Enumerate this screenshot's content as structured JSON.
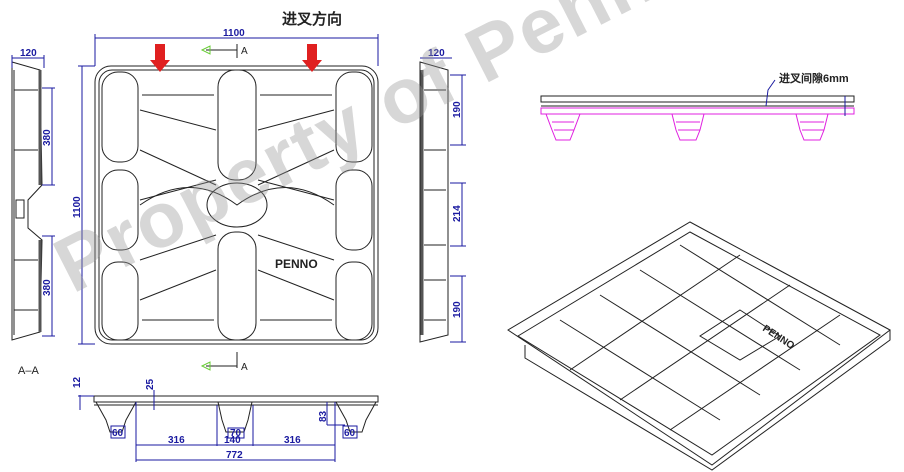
{
  "title": "进叉方向",
  "top_view": {
    "width_dim": "1100",
    "height_dim": "1100",
    "brand": "PENNO",
    "section_marker_top": "A",
    "section_marker_bottom": "A"
  },
  "left_side_view": {
    "top_dim": "120",
    "upper_dim": "380",
    "lower_dim": "380"
  },
  "right_side_view": {
    "top_dim": "120",
    "upper_dim": "190",
    "middle_dim": "214",
    "lower_dim": "190"
  },
  "section_view": {
    "label": "A–A",
    "deck_dim": "12",
    "rib_dim": "25",
    "leg_height_dim": "83",
    "left_foot_dim": "60",
    "center_foot_dim": "70",
    "right_foot_dim": "60",
    "left_span_dim": "316",
    "center_span_dim": "140",
    "right_span_dim": "316",
    "total_span_dim": "772"
  },
  "nested_view": {
    "gap_label": "进叉间隙6mm"
  },
  "watermark": "Property of Penno Pallet",
  "colors": {
    "dimension": "#1a1aa0",
    "arrow": "#e02020",
    "nested": "#e020e0",
    "marker": "#66cc33"
  }
}
